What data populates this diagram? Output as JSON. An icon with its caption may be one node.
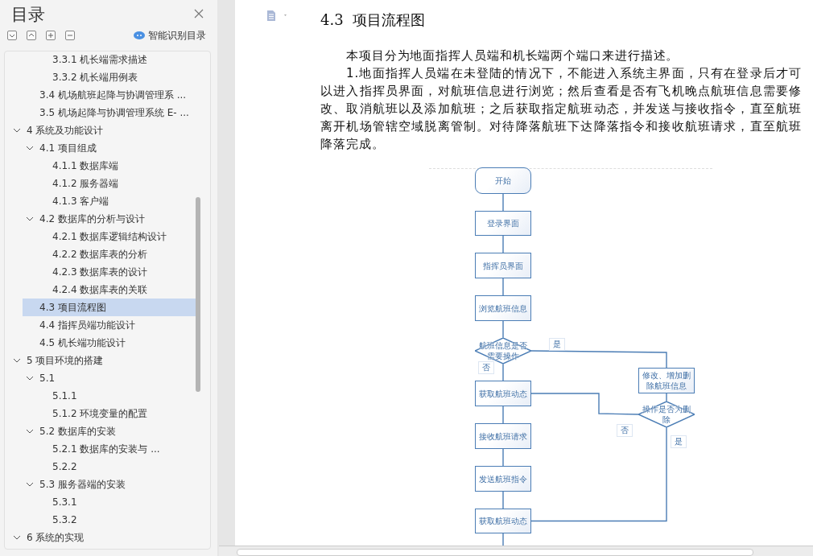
{
  "diagram": {
    "title": "4.3  项目流程图",
    "nodes": [
      {
        "text": [
          "开始"
        ]
      },
      {
        "text": [
          "登录界面"
        ]
      },
      {
        "text": [
          "指挥员界面"
        ]
      },
      {
        "text": [
          "浏览航班信息"
        ]
      },
      {
        "text": [
          "航班信息是否需要操作"
        ]
      },
      {
        "text": [
          "获取航班动态"
        ]
      },
      {
        "text": [
          "修改、增加删除航班信息"
        ]
      },
      {
        "text": [
          "操作是否为删除"
        ]
      },
      {
        "text": [
          "接收航班请求"
        ]
      },
      {
        "text": [
          "发送航班指令"
        ]
      },
      {
        "text": [
          "获取航班动态"
        ]
      }
    ],
    "edges": [
      {
        "from": 0,
        "to": 1,
        "arrow": "none"
      },
      {
        "from": 1,
        "to": 2,
        "arrow": "none"
      },
      {
        "from": 2,
        "to": 3,
        "arrow": "none"
      },
      {
        "from": 3,
        "to": 4,
        "arrow": "none"
      },
      {
        "from": 4,
        "to": 5,
        "arrow": "none",
        "label": "否"
      },
      {
        "from": 4,
        "to": 6,
        "arrow": "none",
        "label": "是"
      },
      {
        "from": 6,
        "to": 7,
        "arrow": "none"
      },
      {
        "from": 7,
        "to": 5,
        "arrow": "none",
        "label": "否"
      },
      {
        "from": 5,
        "to": 8,
        "arrow": "none"
      },
      {
        "from": 8,
        "to": 9,
        "arrow": "none"
      },
      {
        "from": 9,
        "to": 10,
        "arrow": "none"
      },
      {
        "from": 7,
        "to": 10,
        "arrow": "none",
        "label": "是"
      },
      {
        "from": 10,
        "to": null,
        "arrow": "none"
      }
    ],
    "labels": [
      "目录",
      "智能识别目录",
      "3.3.1 机长端需求描述",
      "3.3.2 机长端用例表",
      "3.4 机场航班起降与协调管理系 ...",
      "3.5 机场起降与协调管理系统 E- ...",
      "4 系统及功能设计",
      "4.1 项目组成",
      "4.1.1 数据库端",
      "4.1.2 服务器端",
      "4.1.3 客户端",
      "4.2 数据库的分析与设计",
      "4.2.1 数据库逻辑结构设计",
      "4.2.2 数据库表的分析",
      "4.2.3 数据库表的设计",
      "4.2.4 数据库表的关联",
      "4.3 项目流程图",
      "4.4 指挥员端功能设计",
      "4.5 机长端功能设计",
      "5 项目环境的搭建",
      "5.1",
      "5.1.1",
      "5.1.2 环境变量的配置",
      "5.2 数据库的安装",
      "5.2.1 数据库的安装与 ...",
      "5.2.2",
      "5.3 服务器端的安装",
      "5.3.1",
      "5.3.2",
      "6 系统的实现",
      "本项目分为地面指挥人员端和机长端两个端口来进行描述。",
      "1.地面指挥人员端在未登陆的情况下，不能进入系统主界面，只有在登录后才可以进入指挥员界面，对航班信息进行浏览；然后查看是否有飞机晚点航班信息需要修改、取消航班以及添加航班；之后获取指定航班动态，并发送与接收指令，直至航班离开机场管辖空域脱离管制。对待降落航班下达降落指令和接收航班请求，直至航班降落完成。"
    ]
  }
}
